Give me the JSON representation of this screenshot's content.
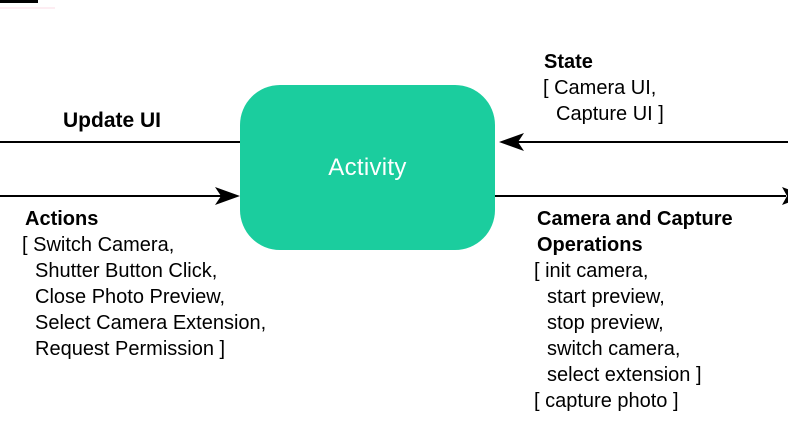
{
  "node": {
    "label": "Activity",
    "fill": "#1bcd9e",
    "text_color": "#ffffff"
  },
  "colors": {
    "line": "#000000",
    "background": "#ffffff"
  },
  "arrows": {
    "update_ui": {
      "label": "Update UI"
    },
    "actions": {
      "title": "Actions",
      "items": [
        "[ Switch Camera,",
        "Shutter Button Click,",
        "Close Photo Preview,",
        "Select Camera Extension,",
        "Request Permission ]"
      ]
    },
    "state": {
      "title": "State",
      "items": [
        "[ Camera UI,",
        "Capture UI ]"
      ]
    },
    "camera_ops": {
      "title_line1": "Camera and Capture",
      "title_line2": "Operations",
      "items": [
        "[ init camera,",
        "start preview,",
        "stop preview,",
        "switch camera,",
        "select extension ]",
        "[ capture photo ]"
      ]
    }
  }
}
